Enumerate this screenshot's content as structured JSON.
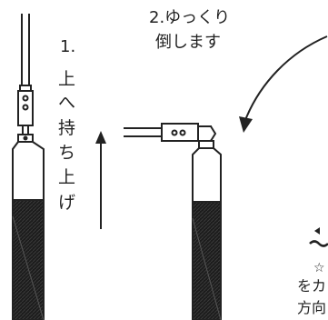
{
  "step1": {
    "number": "1.",
    "chars": [
      "上",
      "へ",
      "持",
      "ち",
      "上",
      "げ"
    ]
  },
  "step2": {
    "line1": "2.ゆっくり",
    "line2": "倒します"
  },
  "note": {
    "line1": "☆",
    "line2": "をカ",
    "line3": "方向"
  },
  "colors": {
    "stroke": "#222222",
    "sleeve": "#1c1c1c",
    "background": "#ffffff"
  }
}
